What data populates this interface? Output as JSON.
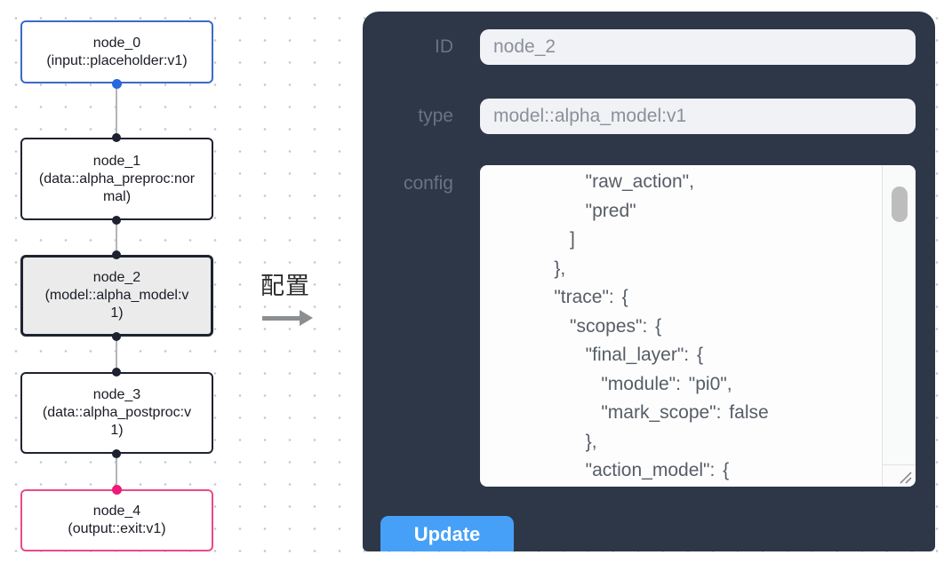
{
  "canvas": {
    "nodes": [
      {
        "id": "node_0",
        "type": "(input::placeholder:v1)",
        "state": "input"
      },
      {
        "id": "node_1",
        "type": "(data::alpha_preproc:normal)",
        "state": "default"
      },
      {
        "id": "node_2",
        "type": "(model::alpha_model:v1)",
        "state": "selected"
      },
      {
        "id": "node_3",
        "type": "(data::alpha_postproc:v1)",
        "state": "default"
      },
      {
        "id": "node_4",
        "type": "(output::exit:v1)",
        "state": "output"
      }
    ]
  },
  "annotation": {
    "label": "配置"
  },
  "panel": {
    "fields": [
      {
        "label": "ID",
        "value": "node_2"
      },
      {
        "label": "type",
        "value": "model::alpha_model:v1"
      }
    ],
    "config_label": "config",
    "config_text": "        \"raw_action\",\n        \"pred\"\n      ]\n    },\n    \"trace\": {\n      \"scopes\": {\n        \"final_layer\": {\n          \"module\": \"pi0\",\n          \"mark_scope\": false\n        },\n        \"action_model\": {",
    "update_label": "Update"
  },
  "colors": {
    "panel_bg": "#2d3748",
    "button_accent": "#47a0f7",
    "input_node_border": "#3c6ac8",
    "output_node_border": "#e84a8a",
    "selected_node_bg": "#ebebeb",
    "port_blue": "#2968dd",
    "port_pink": "#f01879",
    "port_dark": "#1d2130"
  }
}
